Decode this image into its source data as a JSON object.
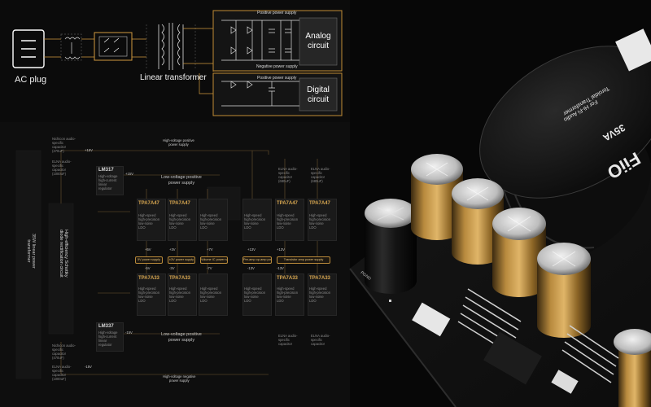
{
  "top_diagram": {
    "ac_plug": "AC plug",
    "linear_transformer": "Linear transformer",
    "positive_supply": "Positive power supply",
    "negative_supply": "Negative power supply",
    "analog_circuit": "Analog\ncircuit",
    "positive_supply_2": "Positive power supply",
    "digital_circuit": "Digital\ncircuit"
  },
  "block_diagram": {
    "hv_positive": "High-voltage positive\npower supply",
    "hv_negative": "High-voltage negative\npower supply",
    "plus15": "+15V",
    "minus15": "-15V",
    "plus15b": "+15V",
    "minus15b": "-15V",
    "lm317": "LM317",
    "lm337": "LM337",
    "lm317_desc": "High-voltage\nhigh-current\nlinear\nregulator",
    "lm337_desc": "High-voltage\nhigh-current\nlinear\nregulator",
    "lv_positive": "Low-voltage positive\npower supply",
    "lv_positive_bottom": "Low-voltage positive\npower supply",
    "transformer_vertical": "35W linear power\ntransformer",
    "schottky_vertical": "High-efficiency Schottky\ndiode rectification circuit",
    "nichicon_top": "Nichicon audio-\nspecific\ncapacitor\n(470uF)",
    "elna_top": "ELNA audio-\nspecific\ncapacitor\n(1000uF)",
    "nichicon_bottom": "Nichicon audio-\nspecific\ncapacitor\n(470uF)",
    "elna_bottom": "ELNA audio-\nspecific\ncapacitor\n(1000uF)",
    "elna_r1": "ELNA audio-\nspecific\ncapacitor\n(680uF)",
    "elna_r2": "ELNA audio-\nspecific\ncapacitor\n(680uF)",
    "elna_r3": "ELNA audio-\nspecific\ncapacitor",
    "elna_r4": "ELNA audio-\nspecific\ncapacitor",
    "tpa_top": [
      "TPA7A47",
      "TPA7A47",
      "",
      "",
      "TPA7A47",
      "TPA7A47"
    ],
    "tpa_bottom": [
      "TPA7A33",
      "TPA7A33",
      "",
      "",
      "TPA7A33",
      "TPA7A33"
    ],
    "reg_desc": "High-speed\nhigh-precision\nlow-noise\nLDO",
    "volts_pos": [
      "+5V",
      "+3V",
      "+7V",
      "+13V",
      "+13V"
    ],
    "volts_neg": [
      "-5V",
      "-3V",
      "-7V",
      "-13V",
      "-13V"
    ],
    "pills": [
      "5V power supply",
      "±3V power supply",
      "Volume IC power\nsupply",
      "Pre-amp op-amp\npower supply",
      "Transistor amp power supply"
    ]
  },
  "product": {
    "brand": "FiiO",
    "lid_line1": "Toroidal Transformer",
    "lid_line2": "For Hi-Fi Audio",
    "lid_va": "35VA",
    "pcb_label": "PGND"
  }
}
